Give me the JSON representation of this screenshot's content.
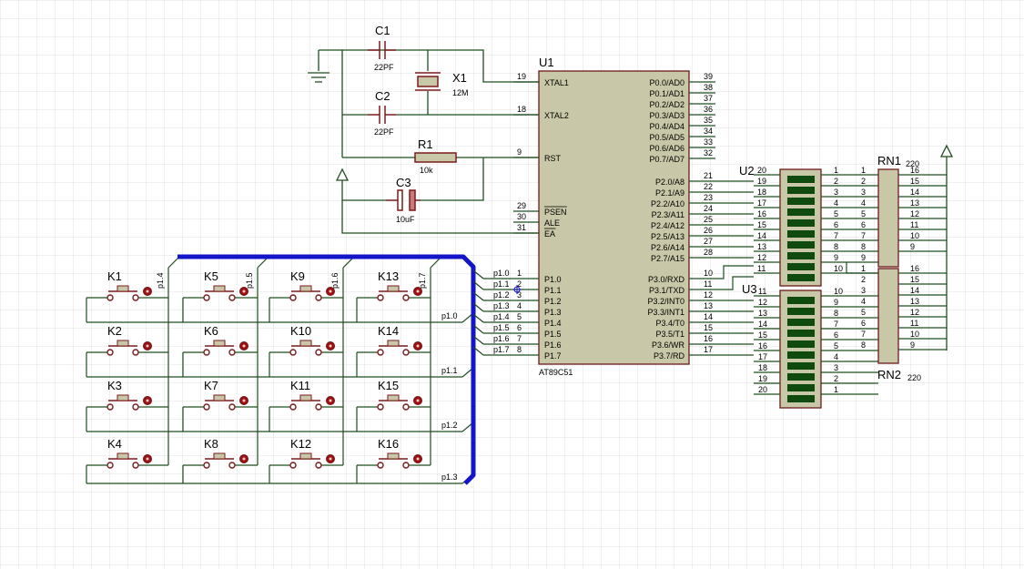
{
  "colors": {
    "background": "#ffffff",
    "grid": "#e1e1e1",
    "wire": "#1f4d1f",
    "bus": "#1414c8",
    "chip_fill": "#c8c8a8",
    "chip_outline": "#6b1a1a",
    "component": "#7a1a1a",
    "led_segment": "#0f4a0f",
    "text": "#000000"
  },
  "components": {
    "C1": {
      "ref": "C1",
      "value": "22PF"
    },
    "C2": {
      "ref": "C2",
      "value": "22PF"
    },
    "X1": {
      "ref": "X1",
      "value": "12M"
    },
    "R1": {
      "ref": "R1",
      "value": "10k"
    },
    "C3": {
      "ref": "C3",
      "value": "10uF"
    },
    "U1": {
      "ref": "U1",
      "part": "AT89C51"
    },
    "U2": {
      "ref": "U2"
    },
    "U3": {
      "ref": "U3"
    },
    "RN1": {
      "ref": "RN1",
      "value": "220"
    },
    "RN2": {
      "ref": "RN2",
      "value": "220"
    }
  },
  "u1_left_pins": [
    {
      "num": "19",
      "name": "XTAL1"
    },
    {
      "num": "18",
      "name": "XTAL2"
    },
    {
      "num": "9",
      "name": "RST"
    },
    {
      "num": "29",
      "name": "PSEN"
    },
    {
      "num": "30",
      "name": "ALE"
    },
    {
      "num": "31",
      "name": "EA"
    },
    {
      "num": "1",
      "name": "P1.0"
    },
    {
      "num": "2",
      "name": "P1.1"
    },
    {
      "num": "3",
      "name": "P1.2"
    },
    {
      "num": "4",
      "name": "P1.3"
    },
    {
      "num": "5",
      "name": "P1.4"
    },
    {
      "num": "6",
      "name": "P1.5"
    },
    {
      "num": "7",
      "name": "P1.6"
    },
    {
      "num": "8",
      "name": "P1.7"
    }
  ],
  "u1_right_pins": [
    {
      "num": "39",
      "name": "P0.0/AD0"
    },
    {
      "num": "38",
      "name": "P0.1/AD1"
    },
    {
      "num": "37",
      "name": "P0.2/AD2"
    },
    {
      "num": "36",
      "name": "P0.3/AD3"
    },
    {
      "num": "35",
      "name": "P0.4/AD4"
    },
    {
      "num": "34",
      "name": "P0.5/AD5"
    },
    {
      "num": "33",
      "name": "P0.6/AD6"
    },
    {
      "num": "32",
      "name": "P0.7/AD7"
    },
    {
      "num": "21",
      "name": "P2.0/A8"
    },
    {
      "num": "22",
      "name": "P2.1/A9"
    },
    {
      "num": "23",
      "name": "P2.2/A10"
    },
    {
      "num": "24",
      "name": "P2.3/A11"
    },
    {
      "num": "25",
      "name": "P2.4/A12"
    },
    {
      "num": "26",
      "name": "P2.5/A13"
    },
    {
      "num": "27",
      "name": "P2.6/A14"
    },
    {
      "num": "28",
      "name": "P2.7/A15"
    },
    {
      "num": "10",
      "name": "P3.0/RXD"
    },
    {
      "num": "11",
      "name": "P3.1/TXD"
    },
    {
      "num": "12",
      "name": "P3.2/INT0"
    },
    {
      "num": "13",
      "name": "P3.3/INT1"
    },
    {
      "num": "14",
      "name": "P3.4/T0"
    },
    {
      "num": "15",
      "name": "P3.5/T1"
    },
    {
      "num": "16",
      "name": "P3.6/WR"
    },
    {
      "num": "17",
      "name": "P3.7/RD"
    }
  ],
  "bus_labels": [
    "p1.0",
    "p1.1",
    "p1.2",
    "p1.3",
    "p1.4",
    "p1.5",
    "p1.6",
    "p1.7"
  ],
  "keypad": {
    "keys": [
      "K1",
      "K2",
      "K3",
      "K4",
      "K5",
      "K6",
      "K7",
      "K8",
      "K9",
      "K10",
      "K11",
      "K12",
      "K13",
      "K14",
      "K15",
      "K16"
    ],
    "row_nets": [
      "p1.0",
      "p1.1",
      "p1.2",
      "p1.3"
    ],
    "col_nets": [
      "p1.4",
      "p1.5",
      "p1.6",
      "p1.7"
    ]
  },
  "u2": {
    "left_pins": [
      "20",
      "19",
      "18",
      "17",
      "16",
      "15",
      "14",
      "13",
      "12",
      "11"
    ],
    "right_pins": [
      "1",
      "2",
      "3",
      "4",
      "5",
      "6",
      "7",
      "8",
      "9",
      "10"
    ]
  },
  "u3": {
    "left_pins": [
      "11",
      "12",
      "13",
      "14",
      "15",
      "16",
      "17",
      "18",
      "19",
      "20"
    ],
    "right_pins": [
      "10",
      "9",
      "8",
      "7",
      "6",
      "5",
      "4",
      "3",
      "2",
      "1"
    ]
  },
  "rn1": {
    "left_pins": [
      "1",
      "2",
      "3",
      "4",
      "5",
      "6",
      "7",
      "8",
      "9"
    ],
    "right_pins": [
      "16",
      "15",
      "14",
      "13",
      "12",
      "11",
      "10",
      "9"
    ]
  },
  "rn2": {
    "left_pins": [
      "1",
      "2",
      "3",
      "4",
      "5",
      "6",
      "7",
      "8"
    ],
    "right_pins": [
      "16",
      "15",
      "14",
      "13",
      "12",
      "11",
      "10",
      "9"
    ]
  }
}
